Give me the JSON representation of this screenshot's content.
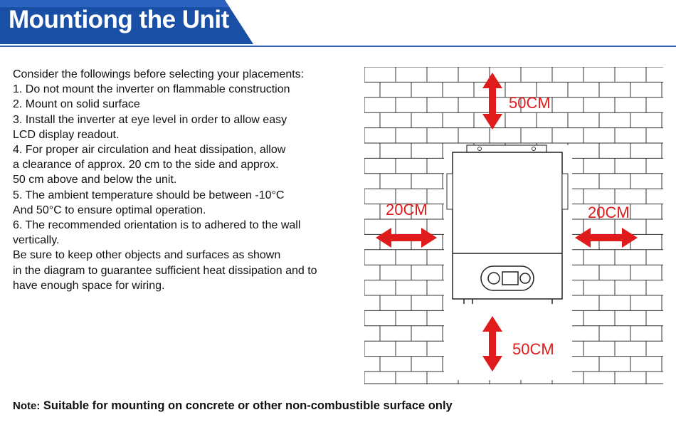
{
  "header": {
    "title": "Mountiong the Unit"
  },
  "instructions": {
    "lines": [
      "Consider the followings before selecting your placements:",
      "1. Do not mount the inverter on flammable construction",
      "2. Mount on  solid surface",
      "3. Install the inverter at eye level in order to allow easy",
      "LCD display readout.",
      "4. For proper air circulation and heat dissipation, allow",
      "a clearance of approx. 20 cm to the side and approx.",
      "50 cm above and below the unit.",
      "5. The ambient temperature should be between -10°C",
      " And 50°C to ensure optimal operation.",
      "6. The recommended orientation is to adhered to the wall",
      " vertically.",
      "Be sure to keep other objects and surfaces as shown",
      "in the diagram to guarantee sufficient heat dissipation and to",
      "have enough space for wiring."
    ]
  },
  "diagram": {
    "top_label": "50CM",
    "left_label": "20CM",
    "right_label": "20CM",
    "bottom_label": "50CM",
    "arrow_color": "#e01b1b"
  },
  "note": {
    "tag": "Note:",
    "text": "Suitable for mounting on concrete or other non-combustible surface only"
  },
  "colors": {
    "banner": "#1a4fa6",
    "accent_line": "#2a62b8"
  }
}
